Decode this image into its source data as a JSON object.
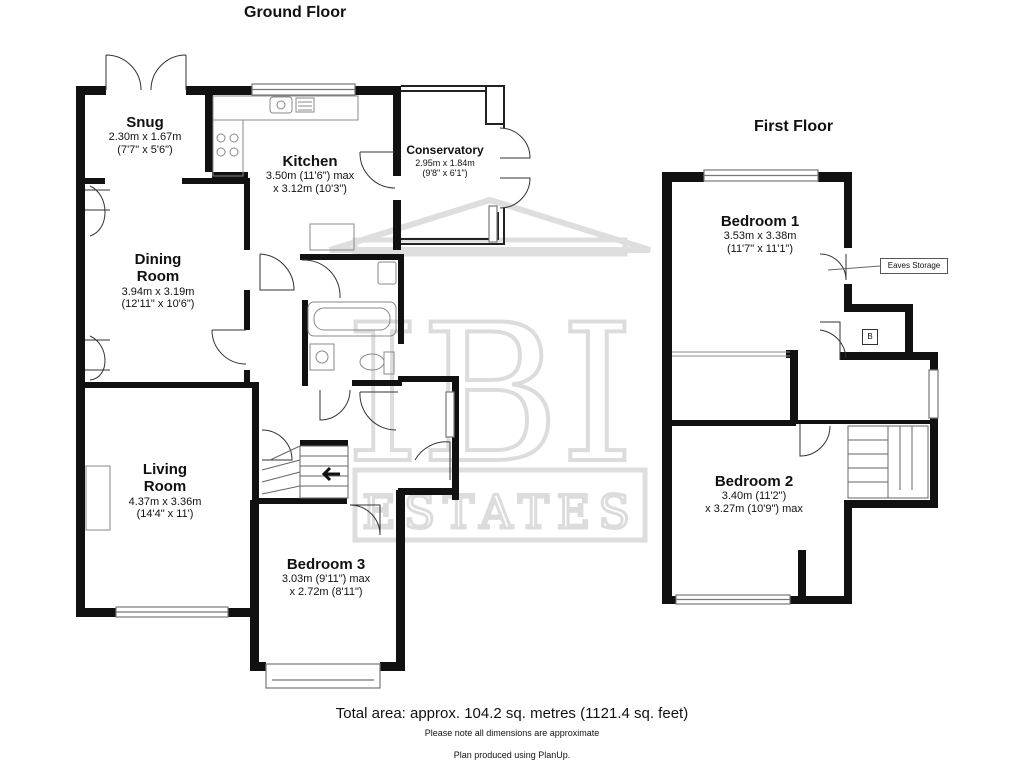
{
  "floors": {
    "ground": {
      "title": "Ground Floor"
    },
    "first": {
      "title": "First Floor"
    }
  },
  "watermark": {
    "logo_text": "IBI",
    "word": "ESTATES"
  },
  "rooms": {
    "snug": {
      "name": "Snug",
      "dims": [
        "2.30m x 1.67m",
        "(7'7\" x 5'6\")"
      ]
    },
    "kitchen": {
      "name": "Kitchen",
      "dims": [
        "3.50m (11'6\") max",
        "x 3.12m (10'3\")"
      ]
    },
    "conservatory": {
      "name": "Conservatory",
      "dims": [
        "2.95m x 1.84m",
        "(9'8\" x 6'1\")"
      ]
    },
    "dining": {
      "name": "Dining Room",
      "name_lines": [
        "Dining",
        "Room"
      ],
      "dims": [
        "3.94m x 3.19m",
        "(12'11\" x 10'6\")"
      ]
    },
    "living": {
      "name": "Living Room",
      "name_lines": [
        "Living",
        "Room"
      ],
      "dims": [
        "4.37m x 3.36m",
        "(14'4\" x 11')"
      ]
    },
    "bedroom3": {
      "name": "Bedroom 3",
      "dims": [
        "3.03m (9'11\") max",
        "x 2.72m (8'11\")"
      ]
    },
    "bedroom1": {
      "name": "Bedroom 1",
      "dims": [
        "3.53m x 3.38m",
        "(11'7\" x 11'1\")"
      ]
    },
    "bedroom2": {
      "name": "Bedroom 2",
      "dims": [
        "3.40m (11'2\")",
        "x 3.27m (10'9\") max"
      ]
    }
  },
  "labels": {
    "eaves_storage": "Eaves Storage",
    "boiler": "B"
  },
  "footer": {
    "total_area": "Total area: approx. 104.2 sq. metres (1121.4 sq. feet)",
    "note": "Please note all dimensions are approximate",
    "credit": "Plan produced using PlanUp."
  },
  "colors": {
    "wall": "#111111",
    "watermark": "#d9d9d9",
    "window": "#777777",
    "fixture": "#888888"
  }
}
